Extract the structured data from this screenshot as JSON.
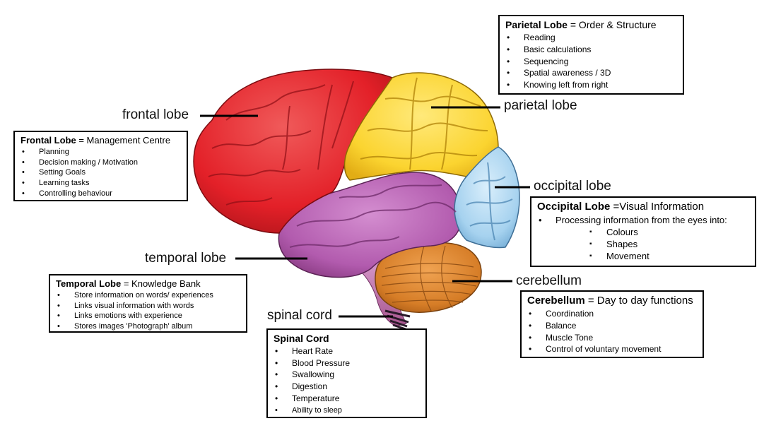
{
  "labels": {
    "frontal": "frontal lobe",
    "parietal": "parietal lobe",
    "occipital": "occipital lobe",
    "temporal": "temporal lobe",
    "cerebellum": "cerebellum",
    "spinal": "spinal cord"
  },
  "boxes": {
    "frontal": {
      "title": "Frontal Lobe",
      "subtitle": "= Management Centre",
      "items": [
        "Planning",
        "Decision making / Motivation",
        "Setting Goals",
        "Learning tasks",
        "Controlling behaviour"
      ]
    },
    "parietal": {
      "title": "Parietal Lobe",
      "subtitle": "= Order & Structure",
      "items": [
        "Reading",
        "Basic calculations",
        "Sequencing",
        "Spatial awareness / 3D",
        "Knowing left from right"
      ]
    },
    "occipital": {
      "title": "Occipital Lobe",
      "subtitle": "=Visual Information",
      "main_item": "Processing information from the eyes into:",
      "sub_items": [
        "Colours",
        "Shapes",
        "Movement"
      ]
    },
    "temporal": {
      "title": "Temporal Lobe",
      "subtitle": "= Knowledge Bank",
      "items": [
        "Store information on words/ experiences",
        "Links visual information with words",
        "Links emotions with experience",
        "Stores images 'Photograph' album"
      ]
    },
    "cerebellum": {
      "title": "Cerebellum",
      "subtitle": "= Day to day functions",
      "items": [
        "Coordination",
        "Balance",
        "Muscle Tone",
        "Control of voluntary movement"
      ]
    },
    "spinal": {
      "title": "Spinal Cord",
      "items": [
        "Heart Rate",
        "Blood Pressure",
        "Swallowing",
        "Digestion",
        "Temperature",
        "Ability to sleep"
      ]
    }
  },
  "colors": {
    "frontal": "#e8272f",
    "parietal": "#fbd93a",
    "occipital": "#a9d4ee",
    "temporal": "#b55fb0",
    "cerebellum": "#d8812b",
    "brainstem": "#c98bbf"
  }
}
